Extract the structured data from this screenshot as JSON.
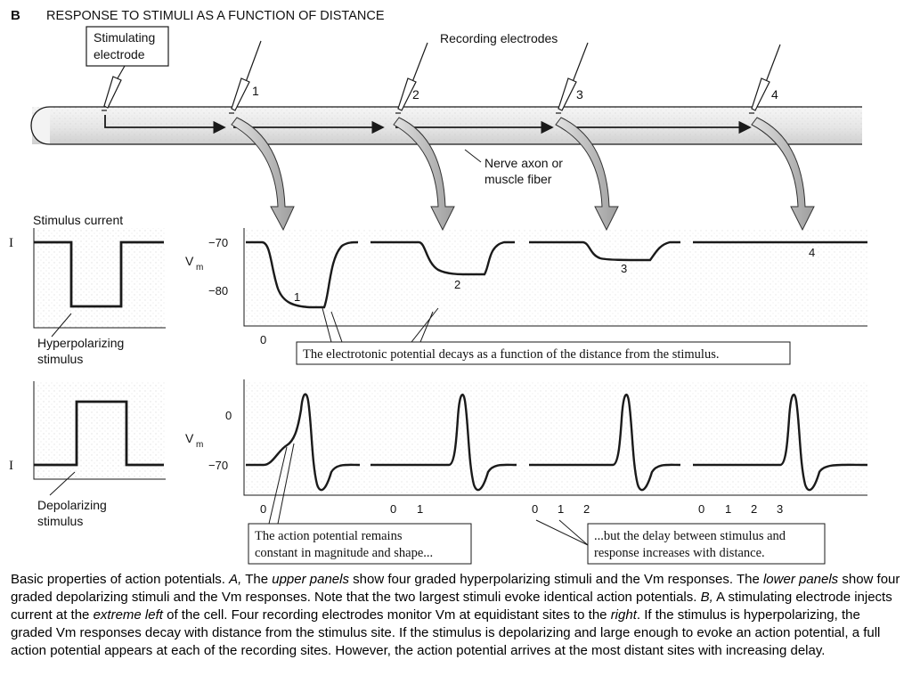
{
  "figure": {
    "panel_letter": "B",
    "title": "RESPONSE TO STIMULI AS A FUNCTION OF DISTANCE",
    "stimulating_electrode_label_line1": "Stimulating",
    "stimulating_electrode_label_line2": "electrode",
    "recording_electrodes_label": "Recording electrodes",
    "electrode_numbers": [
      "1",
      "2",
      "3",
      "4"
    ],
    "axon_label_line1": "Nerve axon or",
    "axon_label_line2": "muscle fiber",
    "stimulus_current_label": "Stimulus current",
    "current_symbol": "I",
    "vm_symbol": "V",
    "vm_subscript": "m",
    "upper_ticks": [
      "−70",
      "−80"
    ],
    "lower_ticks": [
      "0",
      "−70"
    ],
    "hyper_label_line1": "Hyperpolarizing",
    "hyper_label_line2": "stimulus",
    "depol_label_line1": "Depolarizing",
    "depol_label_line2": "stimulus",
    "upper_trace_labels": [
      "1",
      "2",
      "3",
      "4"
    ],
    "upper_time_label": "0",
    "lower_time_labels": [
      [
        "0"
      ],
      [
        "0",
        "1"
      ],
      [
        "0",
        "1",
        "2"
      ],
      [
        "0",
        "1",
        "2",
        "3"
      ]
    ],
    "callout_electrotonic": "The electrotonic potential decays as a function of the distance from the stimulus.",
    "callout_ap_line1": "The action potential remains",
    "callout_ap_line2": "constant in magnitude and shape...",
    "callout_delay_line1": "...but the delay between stimulus and",
    "callout_delay_line2": "response increases with distance."
  },
  "caption": {
    "s1": "Basic properties of action potentials. ",
    "s2": "A,",
    "s3": " The ",
    "s4": "upper panels",
    "s5": " show four graded hyperpolarizing stimuli and the Vm responses. The ",
    "s6": "lower panels",
    "s7": " show four graded depolarizing stimuli and the Vm responses. Note that the two largest stimuli evoke identical action potentials. ",
    "s8": "B,",
    "s9": " A stimulating electrode injects current at the ",
    "s10": "extreme left",
    "s11": " of the cell. Four recording electrodes monitor Vm at equidistant sites to the ",
    "s12": "right",
    "s13": ". If the stimulus is hyperpolarizing, the graded Vm responses decay with distance from the stimulus site. If the stimulus is depolarizing and large enough to evoke an action potential, a full action potential appears at each of the recording sites. However, the action potential arrives at the most distant sites with increasing delay."
  },
  "colors": {
    "ink": "#1a1a1a",
    "axon_fill": "#ececec",
    "stipple": "#c9c9c9",
    "arrow_fill": "#bdbdbd"
  }
}
